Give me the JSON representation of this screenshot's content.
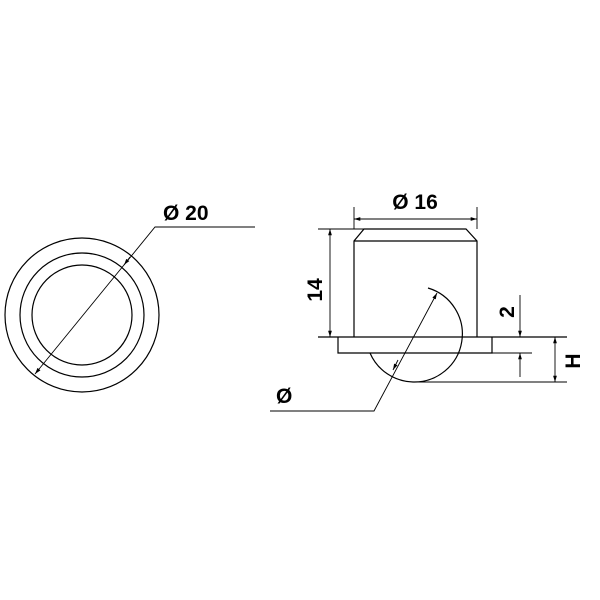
{
  "top_view": {
    "diameter_label": "Ø 20"
  },
  "side_view": {
    "diameter_label": "Ø 16",
    "height_label": "14",
    "flange_label": "2",
    "total_height_label": "H",
    "ball_diameter_label": "Ø"
  },
  "colors": {
    "line": "#000000",
    "background": "#ffffff"
  }
}
